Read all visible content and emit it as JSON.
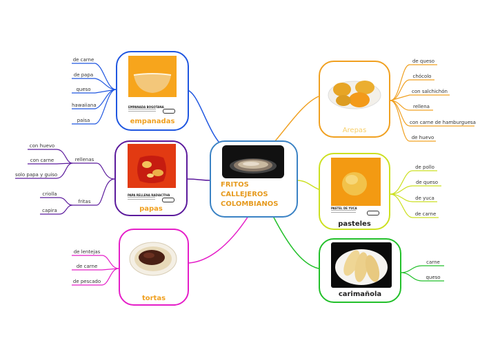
{
  "center": {
    "title": "FRITOS\nCALLEJEROS\nCOLOMBIANOS",
    "color": "#3a82c4"
  },
  "branches": {
    "empanadas": {
      "title": "empanadas",
      "color": "#1f56e0",
      "caption": "EMPANADA BOGOTANA",
      "leaves": [
        "de carne",
        "de papa",
        "queso",
        "hawaiiana",
        "paisa"
      ]
    },
    "papas": {
      "title": "papas",
      "color": "#5b1a9c",
      "caption": "PAPA RELLENA RADIACTIVA",
      "groups": [
        {
          "label": "rellenas",
          "leaves": [
            "con huevo",
            "con carne",
            "solo papa y guiso"
          ]
        },
        {
          "label": "fritas",
          "leaves": [
            "criolla",
            "capira"
          ]
        }
      ]
    },
    "tortas": {
      "title": "tortas",
      "color": "#e51ec8",
      "leaves": [
        "de lentejas",
        "de carne",
        "de pescado"
      ]
    },
    "arepas": {
      "title": "Arepas",
      "color": "#f0a020",
      "leaves": [
        "de queso",
        "chócolo",
        "con salchichón",
        "rellena",
        "con carne de hamburguesa",
        "de huevo"
      ]
    },
    "pasteles": {
      "title": "pasteles",
      "color": "#cce020",
      "caption": "PASTEL DE YUCA",
      "leaves": [
        "de pollo",
        "de queso",
        "de yuca",
        "de carne"
      ]
    },
    "carimanola": {
      "title": "carimañola",
      "color": "#22c02a",
      "leaves": [
        "carne",
        "queso"
      ]
    }
  }
}
